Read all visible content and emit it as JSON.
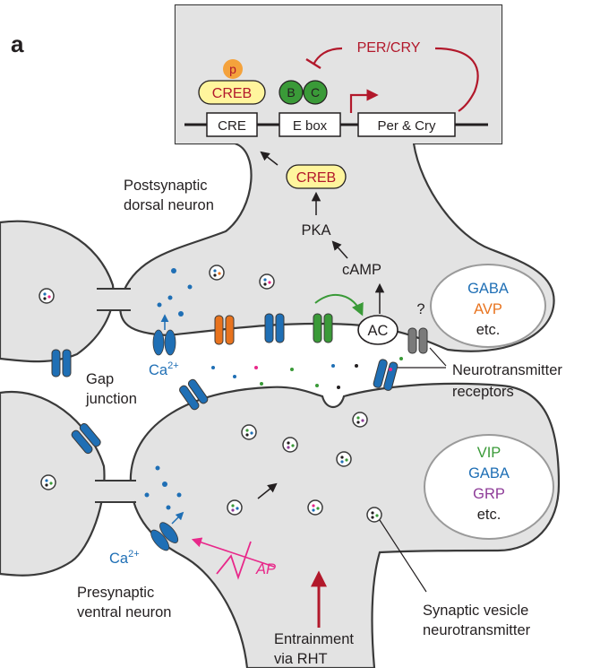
{
  "panel_label": "a",
  "colors": {
    "cell_fill": "#e3e3e3",
    "red": "#b2182b",
    "blue": "#1f6fb5",
    "orange": "#e8731e",
    "green": "#3a9a38",
    "purple": "#8e3c98",
    "magenta": "#e8288a",
    "creb_yellow": "#fff59d",
    "grey_receptor": "#7a7a7a"
  },
  "nucleus": {
    "per_cry": "PER/CRY",
    "p": "p",
    "creb": "CREB",
    "b": "B",
    "c": "C",
    "cre": "CRE",
    "ebox": "E box",
    "percry_gene": "Per & Cry"
  },
  "signaling": {
    "creb": "CREB",
    "pka": "PKA",
    "camp": "cAMP",
    "ac": "AC",
    "question": "?"
  },
  "post_neuron": {
    "label_line1": "Postsynaptic",
    "label_line2": "dorsal neuron",
    "list": [
      {
        "text": "GABA",
        "color": "#1f6fb5"
      },
      {
        "text": "AVP",
        "color": "#e8731e"
      },
      {
        "text": "etc.",
        "color": "#231f20"
      }
    ]
  },
  "pre_neuron": {
    "label_line1": "Presynaptic",
    "label_line2": "ventral neuron",
    "list": [
      {
        "text": "VIP",
        "color": "#3a9a38"
      },
      {
        "text": "GABA",
        "color": "#1f6fb5"
      },
      {
        "text": "GRP",
        "color": "#8e3c98"
      },
      {
        "text": "etc.",
        "color": "#231f20"
      }
    ]
  },
  "labels": {
    "gap_line1": "Gap",
    "gap_line2": "junction",
    "ca_top": "Ca",
    "ca_top_sup": "2+",
    "ca_bottom": "Ca",
    "ca_bottom_sup": "2+",
    "neurotransmitter_line1": "Neurotransmitter",
    "neurotransmitter_line2": "receptors",
    "ap": "AP",
    "entrainment_line1": "Entrainment",
    "entrainment_line2": "via RHT",
    "vesicle_line1": "Synaptic vesicle",
    "vesicle_line2": "neurotransmitter"
  }
}
